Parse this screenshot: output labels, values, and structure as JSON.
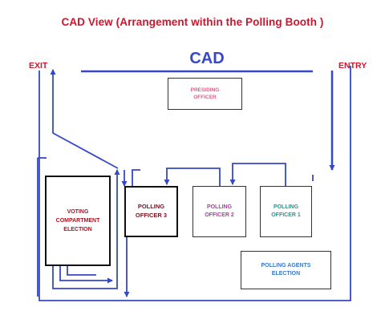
{
  "title": "CAD View (Arrangement within the Polling Booth )",
  "cad_label": "CAD",
  "exit_label": "EXIT",
  "entry_label": "ENTRY",
  "presiding_officer": [
    "PRESIDING",
    "OFFICER"
  ],
  "voting_compartment": [
    "VOTING",
    "COMPARTMENT",
    "ELECTION"
  ],
  "polling_officer_3": [
    "POLLING",
    "OFFICER 3"
  ],
  "polling_officer_2": [
    "POLLING",
    "OFFICER 2"
  ],
  "polling_officer_1": [
    "POLLING",
    "OFFICER 1"
  ],
  "polling_agents": [
    "POLLING AGENTS",
    "ELECTION"
  ],
  "colors": {
    "title_red": "#d0142b",
    "line_blue": "#3548c8",
    "box_border": "#333333"
  }
}
